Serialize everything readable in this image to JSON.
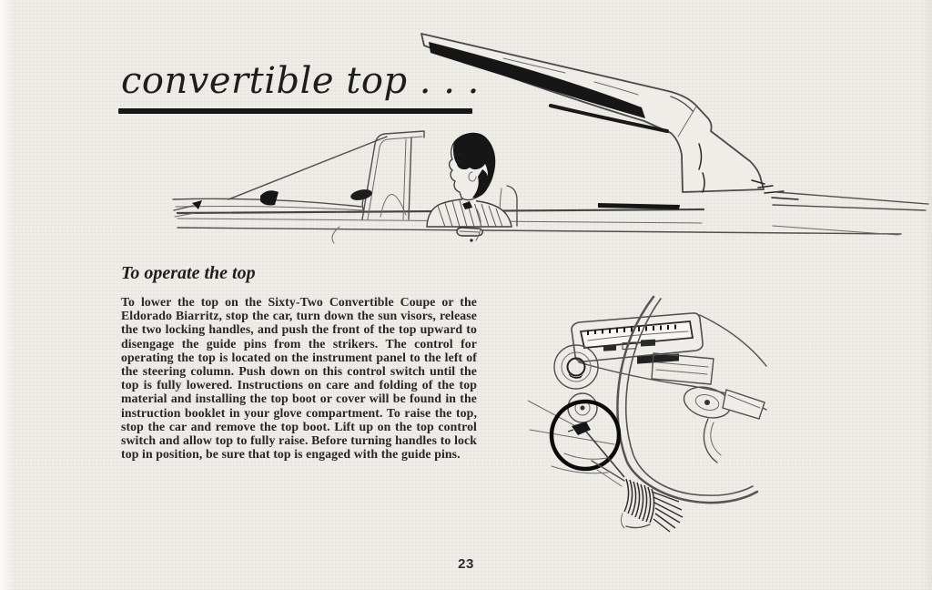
{
  "page": {
    "title": "convertible top . . .",
    "page_number": "23"
  },
  "section": {
    "heading": "To operate the top",
    "body": "To lower the top on the Sixty-Two Convertible Coupe or the Eldorado Biarritz, stop the car, turn down the sun visors, release the two locking handles, and push the front of the top upward to disengage the guide pins from the strikers. The control for operating the top is located on the instrument panel to the left of the steering column. Push down on this control switch until the top is fully lowered. Instructions on care and folding of the top material and installing the top boot or cover will be found in the instruction booklet in your glove compartment. To raise the top, stop the car and remove the top boot. Lift up on the top control switch and allow top to fully raise. Before turning handles to lock top in position, be sure that top is engaged with the guide pins."
  },
  "colors": {
    "page_bg": "#efede7",
    "ink": "#262626",
    "line_art": "#4f4f4f",
    "rule_black": "#171717"
  }
}
